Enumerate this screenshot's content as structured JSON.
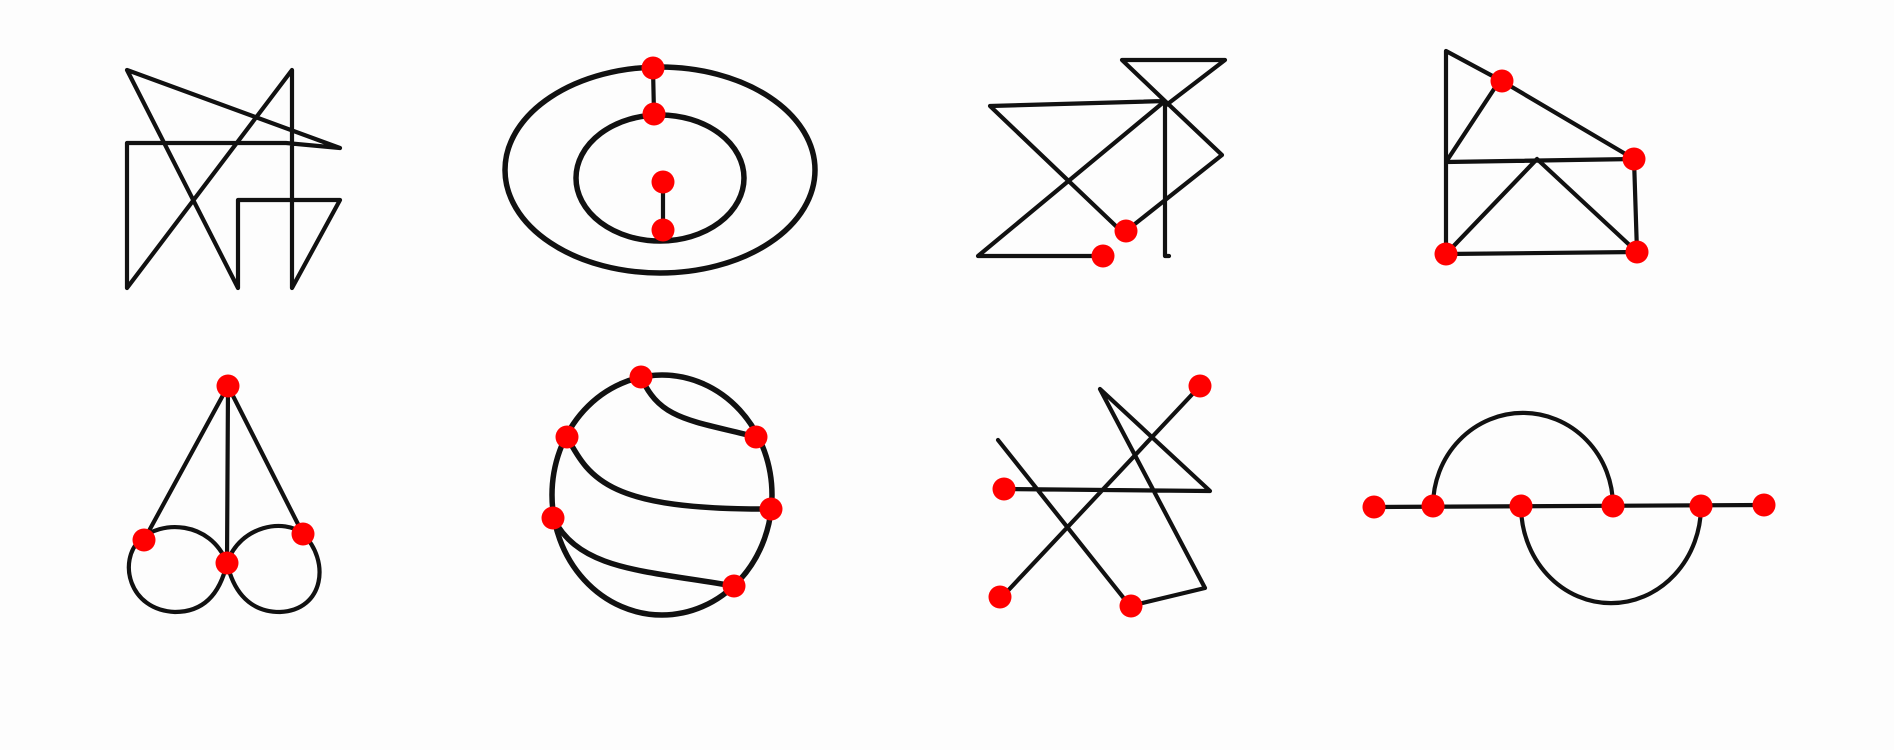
{
  "colors": {
    "background": "#fdfdfd",
    "line": "#111111",
    "vertex": "#ff0000"
  },
  "figures": [
    {
      "name": "figure-zigzag-house",
      "vertex_markers": 0
    },
    {
      "name": "figure-concentric-ellipses",
      "vertex_markers": 4
    },
    {
      "name": "figure-hourglass-flag",
      "vertex_markers": 2
    },
    {
      "name": "figure-triangle-trapezoid",
      "vertex_markers": 4
    },
    {
      "name": "figure-cherries",
      "vertex_markers": 4
    },
    {
      "name": "figure-striped-ball",
      "vertex_markers": 6
    },
    {
      "name": "figure-crossed-star",
      "vertex_markers": 4
    },
    {
      "name": "figure-semicircles-on-line",
      "vertex_markers": 6
    }
  ]
}
